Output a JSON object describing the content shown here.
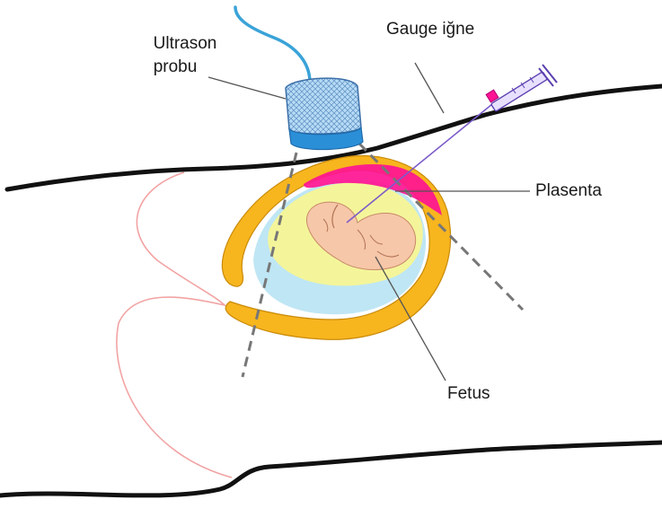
{
  "labels": {
    "ultrasound_probe_line1": "Ultrason",
    "ultrasound_probe_line2": "probu",
    "gauge_needle": "Gauge iğne",
    "placenta": "Plasenta",
    "fetus": "Fetus"
  },
  "colors": {
    "outline": "#111111",
    "uterus_wall": "#f7b51e",
    "placenta": "#ff1493",
    "amniotic_fluid_yellow": "#f4f59a",
    "amniotic_fluid_blue": "#bfe6f4",
    "fetus_skin": "#f6c7a8",
    "probe": "#a8d2f2",
    "probe_cable": "#3aa3d8",
    "needle": "#7b5bc9",
    "guide_line": "#777777",
    "skin_contour": "#f2a3a3"
  },
  "icons": {
    "probe": "ultrasound-probe-icon",
    "syringe": "syringe-icon"
  }
}
